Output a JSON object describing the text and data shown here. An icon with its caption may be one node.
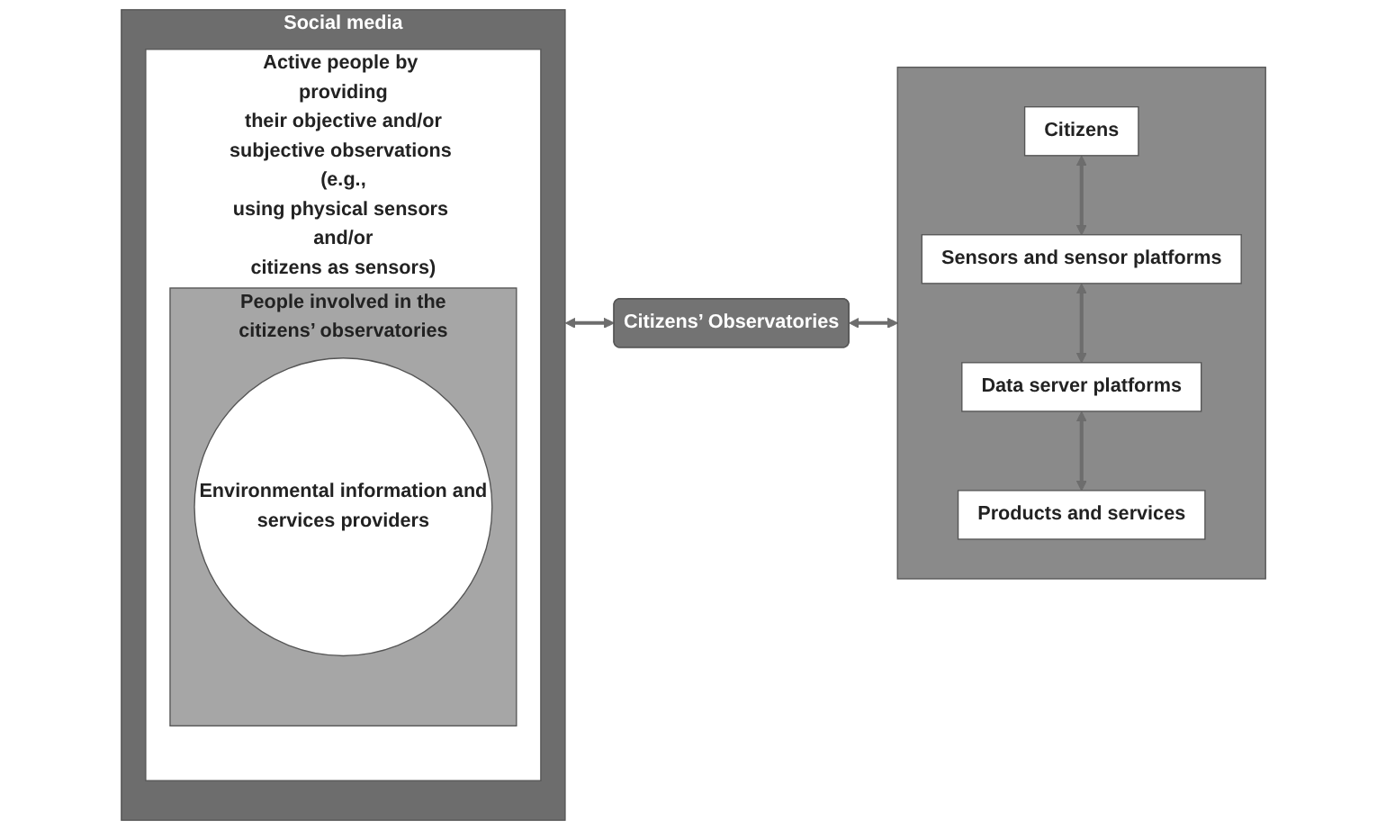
{
  "diagram": {
    "nodes": [
      {
        "text": [
          "Social media"
        ]
      },
      {
        "text": [
          "Active people by providing their objective and/or subjective observations (e.g., using physical sensors and/or citizens as sensors)"
        ],
        "in": 0
      },
      {
        "text": [
          "People involved in the citizens’ observatories"
        ],
        "in": 1
      },
      {
        "text": [
          "Environmental information and services providers"
        ],
        "in": 2
      },
      {
        "text": [
          "Citizens’ Observatories"
        ]
      },
      {
        "text": [],
        "shape": "box"
      },
      {
        "text": [
          "Citizens"
        ],
        "in": 5
      },
      {
        "text": [
          "Sensors and sensor platforms"
        ],
        "in": 5
      },
      {
        "text": [
          "Data server platforms"
        ],
        "in": 5
      },
      {
        "text": [
          "Products and services"
        ],
        "in": 5
      }
    ],
    "edges": [
      {
        "from": 0,
        "to": 4,
        "arrow": "both"
      },
      {
        "from": 4,
        "to": 5,
        "arrow": "both"
      },
      {
        "from": 6,
        "to": 7,
        "arrow": "both"
      },
      {
        "from": 7,
        "to": 8,
        "arrow": "both"
      },
      {
        "from": 8,
        "to": 9,
        "arrow": "both"
      }
    ]
  }
}
